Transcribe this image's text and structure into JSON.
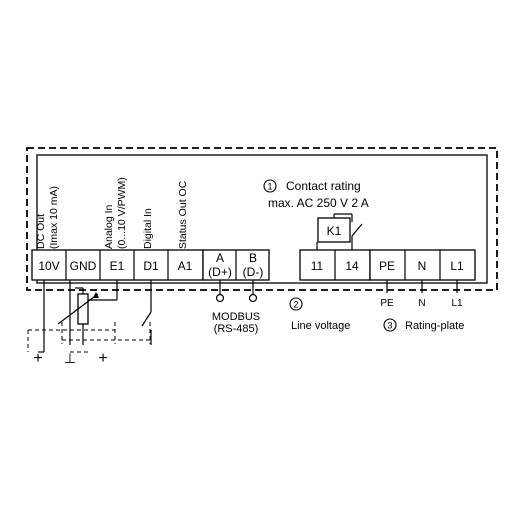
{
  "top_labels": {
    "dc_out_1": "DC Out",
    "dc_out_2": "(Imax 10 mA)",
    "analog_in_1": "Analog In",
    "analog_in_2": "(0...10 V/PWM)",
    "digital_in": "Digital In",
    "status_out": "Status Out OC"
  },
  "terminals_left": [
    "10V",
    "GND",
    "E1",
    "D1",
    "A1"
  ],
  "modbus_terminals": [
    {
      "top": "A",
      "bottom": "(D+)"
    },
    {
      "top": "B",
      "bottom": "(D-)"
    }
  ],
  "relay_terminals": [
    "11",
    "14"
  ],
  "power_terminals": [
    "PE",
    "N",
    "L1"
  ],
  "relay_label": "K1",
  "contact_rating": {
    "num": "1",
    "line1": "Contact rating",
    "line2": "max. AC 250 V 2 A"
  },
  "line_voltage": {
    "num": "2",
    "text": "Line voltage"
  },
  "rating_plate": {
    "num": "3",
    "text": "Rating-plate"
  },
  "modbus": {
    "line1": "MODBUS",
    "line2": "(RS-485)"
  },
  "supply_labels": [
    "PE",
    "N",
    "L1"
  ],
  "polarity": {
    "plus": "+",
    "ground": "⊥"
  }
}
